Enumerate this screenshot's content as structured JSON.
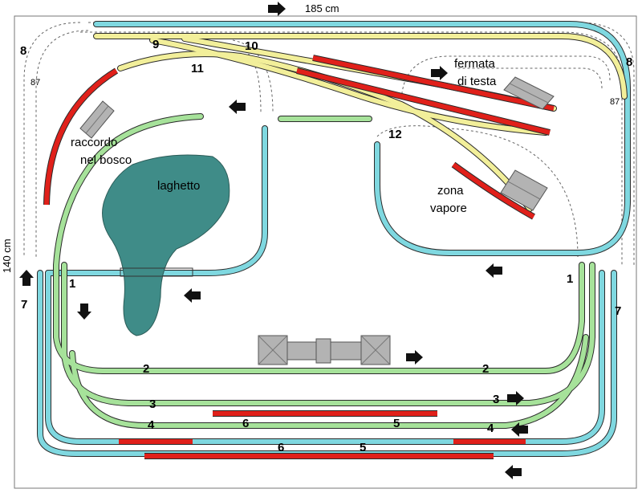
{
  "dimensions": {
    "width_label": "185 cm",
    "height_label": "140 cm"
  },
  "areas": {
    "raccordo_line1": "raccordo",
    "raccordo_line2": "nel bosco",
    "laghetto": "laghetto",
    "fermata_line1": "fermata",
    "fermata_line2": "di testa",
    "zona_line1": "zona",
    "zona_line2": "vapore"
  },
  "numbers": {
    "n1_left": "1",
    "n1_right": "1",
    "n2_left": "2",
    "n2_right": "2",
    "n3_left": "3",
    "n3_right": "3",
    "n4_left": "4",
    "n4_right": "4",
    "n5_left": "5",
    "n5_right": "5",
    "n6_left": "6",
    "n6_right": "6",
    "n7_left": "7",
    "n7_right": "7",
    "n8_left": "8",
    "n8_right": "8",
    "n9": "9",
    "n10": "10",
    "n11": "11",
    "n12": "12",
    "n87_left": "87",
    "n87_right": "87"
  },
  "colors": {
    "cyan_track": "#7fd8e0",
    "green_track": "#a6e29a",
    "yellow_track": "#f2ef9a",
    "red_track": "#e0201a",
    "lake": "#3f8c88",
    "building": "#b3b3b3",
    "outline": "#333333"
  }
}
